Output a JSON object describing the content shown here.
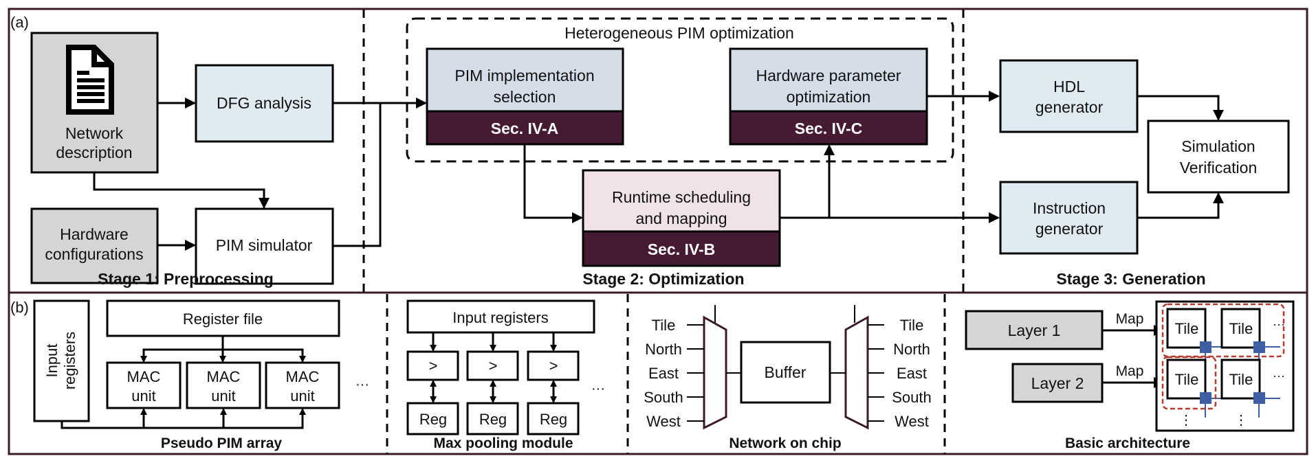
{
  "panel_a": {
    "label": "(a)",
    "stage1": {
      "title": "Stage 1: Preprocessing",
      "network_description": [
        "Network",
        "description"
      ],
      "network_icon": "document-icon",
      "dfg_analysis": "DFG analysis",
      "hardware_configurations": [
        "Hardware",
        "configurations"
      ],
      "pim_simulator": "PIM simulator"
    },
    "stage2": {
      "title": "Stage 2: Optimization",
      "group_title": "Heterogeneous PIM optimization",
      "pim_impl": [
        "PIM implementation",
        "selection"
      ],
      "pim_impl_section": "Sec. IV-A",
      "hw_param": [
        "Hardware parameter",
        "optimization"
      ],
      "hw_param_section": "Sec. IV-C",
      "runtime": [
        "Runtime scheduling",
        "and mapping"
      ],
      "runtime_section": "Sec. IV-B"
    },
    "stage3": {
      "title": "Stage 3: Generation",
      "hdl": [
        "HDL",
        "generator"
      ],
      "instruction": [
        "Instruction",
        "generator"
      ],
      "simulation": [
        "Simulation",
        "Verification"
      ]
    }
  },
  "panel_b": {
    "label": "(b)",
    "pim_array": {
      "title": "Pseudo PIM array",
      "input_registers": [
        "Input",
        "registers"
      ],
      "register_file": "Register file",
      "mac_units": [
        [
          "MAC",
          "unit"
        ],
        [
          "MAC",
          "unit"
        ],
        [
          "MAC",
          "unit"
        ]
      ],
      "ellipsis": "···"
    },
    "max_pool": {
      "title": "Max pooling module",
      "input_registers": "Input registers",
      "comparators": [
        ">",
        ">",
        ">"
      ],
      "regs": [
        "Reg",
        "Reg",
        "Reg"
      ],
      "ellipsis": "···"
    },
    "noc": {
      "title": "Network on chip",
      "buffer": "Buffer",
      "left_ports": [
        "Tile",
        "North",
        "East",
        "South",
        "West"
      ],
      "right_ports": [
        "Tile",
        "North",
        "East",
        "South",
        "West"
      ]
    },
    "arch": {
      "title": "Basic architecture",
      "layers": [
        "Layer 1",
        "Layer 2"
      ],
      "map_label": "Map",
      "tile": "Tile",
      "ellipsis_h": "···",
      "ellipsis_v": "⋮"
    }
  },
  "colors": {
    "frame": "#3a1a2a",
    "section_band": "#461a32",
    "input_gray": "#d4d5d7",
    "light_blue": "#e0ebf1",
    "blue_gray": "#d5dde9",
    "pink": "#f1e1e8",
    "router_blue": "#3e5fa3",
    "mapping_red": "#b33a2e"
  }
}
